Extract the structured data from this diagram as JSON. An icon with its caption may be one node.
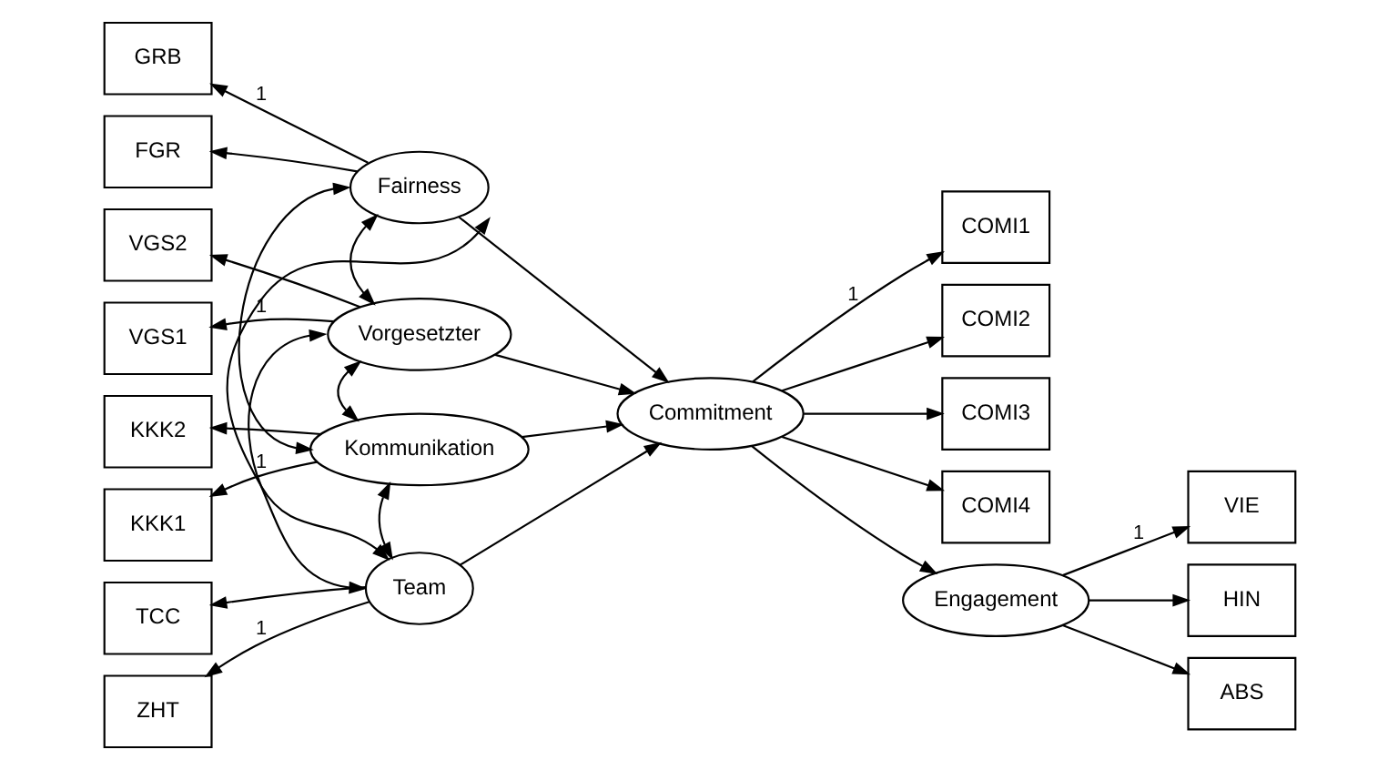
{
  "diagram": {
    "nodes": [
      {
        "text": [
          "GRB"
        ]
      },
      {
        "text": [
          "FGR"
        ]
      },
      {
        "text": [
          "Fairness"
        ]
      },
      {
        "text": [
          "VGS1"
        ]
      },
      {
        "text": [
          "VGS2"
        ]
      },
      {
        "text": [
          "Vorgesetzter"
        ]
      },
      {
        "text": [
          "KKK1"
        ]
      },
      {
        "text": [
          "KKK2"
        ]
      },
      {
        "text": [
          "Kommunikation"
        ]
      },
      {
        "text": [
          "ZHT"
        ]
      },
      {
        "text": [
          "TCC"
        ]
      },
      {
        "text": [
          "Team"
        ]
      },
      {
        "text": [
          "COMI1"
        ]
      },
      {
        "text": [
          "COMI2"
        ]
      },
      {
        "text": [
          "COMI3"
        ]
      },
      {
        "text": [
          "COMI4"
        ]
      },
      {
        "text": [
          "Commitment"
        ]
      },
      {
        "text": [
          "Engagement"
        ]
      },
      {
        "text": [
          "VIE"
        ]
      },
      {
        "text": [
          "HIN"
        ]
      },
      {
        "text": [
          "ABS"
        ]
      }
    ],
    "edges": [
      {
        "from": 2,
        "to": 0,
        "arrow": "to",
        "label": "1"
      },
      {
        "from": 2,
        "to": 1,
        "arrow": "to"
      },
      {
        "from": 5,
        "to": 3,
        "arrow": "to",
        "label": "1"
      },
      {
        "from": 5,
        "to": 4,
        "arrow": "to"
      },
      {
        "from": 8,
        "to": 6,
        "arrow": "to",
        "label": "1"
      },
      {
        "from": 8,
        "to": 7,
        "arrow": "to"
      },
      {
        "from": 11,
        "to": 9,
        "arrow": "to",
        "label": "1"
      },
      {
        "from": 11,
        "to": 10,
        "arrow": "to"
      },
      {
        "from": 2,
        "to": 5,
        "arrow": "both"
      },
      {
        "from": 2,
        "to": 8,
        "arrow": "both"
      },
      {
        "from": 2,
        "to": 11,
        "arrow": "both"
      },
      {
        "from": 5,
        "to": 8,
        "arrow": "both"
      },
      {
        "from": 5,
        "to": 11,
        "arrow": "both"
      },
      {
        "from": 8,
        "to": 11,
        "arrow": "both"
      },
      {
        "from": 2,
        "to": 16,
        "arrow": "to"
      },
      {
        "from": 5,
        "to": 16,
        "arrow": "to"
      },
      {
        "from": 8,
        "to": 16,
        "arrow": "to"
      },
      {
        "from": 11,
        "to": 16,
        "arrow": "to"
      },
      {
        "from": 16,
        "to": 12,
        "arrow": "to",
        "label": "1"
      },
      {
        "from": 16,
        "to": 13,
        "arrow": "to"
      },
      {
        "from": 16,
        "to": 14,
        "arrow": "to"
      },
      {
        "from": 16,
        "to": 15,
        "arrow": "to"
      },
      {
        "from": 16,
        "to": 17,
        "arrow": "to"
      },
      {
        "from": 17,
        "to": 18,
        "arrow": "to",
        "label": "1"
      },
      {
        "from": 17,
        "to": 19,
        "arrow": "to"
      },
      {
        "from": 17,
        "to": 20,
        "arrow": "to"
      }
    ]
  }
}
